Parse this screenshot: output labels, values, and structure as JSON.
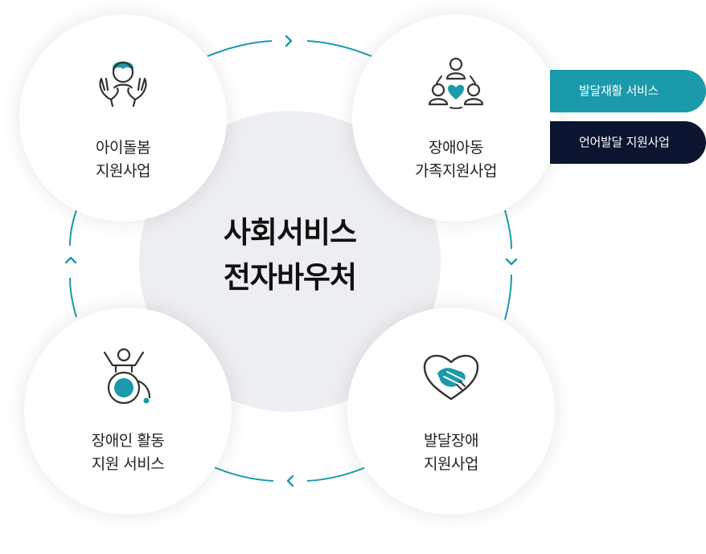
{
  "center": {
    "line1": "사회서비스",
    "line2": "전자바우처"
  },
  "nodes": {
    "top_left": {
      "line1": "아이돌봄",
      "line2": "지원사업",
      "icon": "caring-hands-child-icon"
    },
    "top_right": {
      "line1": "장애아동",
      "line2": "가족지원사업",
      "icon": "family-heart-icon"
    },
    "bottom_left": {
      "line1": "장애인 활동",
      "line2": "지원 서비스",
      "icon": "wheelchair-icon"
    },
    "bottom_right": {
      "line1": "발달장애",
      "line2": "지원사업",
      "icon": "heart-handshake-icon"
    }
  },
  "tags": [
    {
      "label": "발달재활 서비스",
      "color": "#1a9aaa"
    },
    {
      "label": "언어발달 지원사업",
      "color": "#0c1530"
    }
  ],
  "colors": {
    "accent": "#1a9aaa",
    "dark": "#0c1530",
    "center_bg": "#edeef2"
  }
}
